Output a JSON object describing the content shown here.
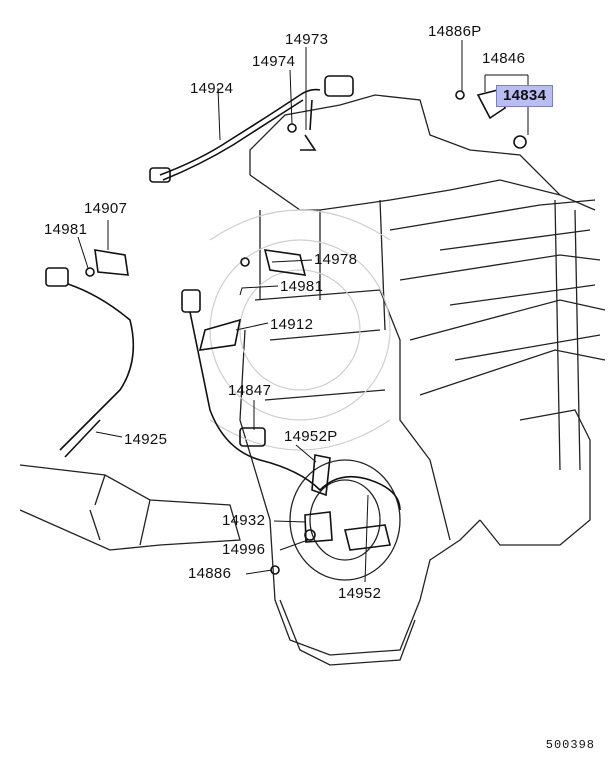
{
  "parts": {
    "p14886P": "14886P",
    "p14846": "14846",
    "p14834": "14834",
    "p14973": "14973",
    "p14974": "14974",
    "p14924": "14924",
    "p14907": "14907",
    "p14981a": "14981",
    "p14978": "14978",
    "p14981b": "14981",
    "p14912": "14912",
    "p14847": "14847",
    "p14925": "14925",
    "p14952P": "14952P",
    "p14932": "14932",
    "p14996": "14996",
    "p14886": "14886",
    "p14952": "14952"
  },
  "highlight_color": "#b9bdf0",
  "reference_code": "500398"
}
